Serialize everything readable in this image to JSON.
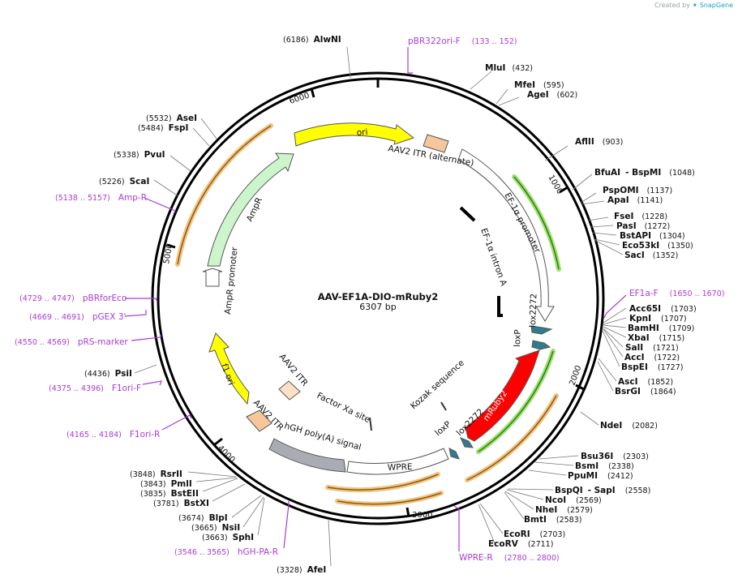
{
  "app": {
    "watermark_prefix": "Created by",
    "watermark_brand": "SnapGene"
  },
  "plasmid": {
    "name": "AAV-EF1A-DIO-mRuby2",
    "length_text": "6307 bp",
    "length": 6307
  },
  "ticks": [
    "1000",
    "2000",
    "3000",
    "4000",
    "5000",
    "6000"
  ],
  "features_inner": [
    {
      "name": "ori",
      "color": "#ffff00",
      "label": "ori"
    },
    {
      "name": "AAV2 ITR (alternate)",
      "color": "#f5c79b",
      "label": "AAV2 ITR (alternate)"
    },
    {
      "name": "EF-1α promoter",
      "color": "#ffffff",
      "label": "EF-1α promoter"
    },
    {
      "name": "EF-1α intron A",
      "color": "#000000",
      "label": "EF-1α intron A"
    },
    {
      "name": "lox2272",
      "color": "#2f7d8c",
      "label": "lox2272"
    },
    {
      "name": "loxP",
      "color": "#2f7d8c",
      "label": "loxP"
    },
    {
      "name": "mRuby2",
      "color": "#ff0000",
      "label": "mRuby2"
    },
    {
      "name": "Kozak sequence",
      "color": "#333333",
      "label": "Kozak sequence"
    },
    {
      "name": "lox2272 (2)",
      "color": "#2f7d8c",
      "label": "lox2272"
    },
    {
      "name": "loxP (2)",
      "color": "#2f7d8c",
      "label": "loxP"
    },
    {
      "name": "WPRE",
      "color": "#ffffff",
      "label": "WPRE"
    },
    {
      "name": "hGH poly(A) signal",
      "color": "#a9adb3",
      "label": "hGH poly(A) signal"
    },
    {
      "name": "Factor Xa site",
      "color": "#333333",
      "label": "Factor Xa site"
    },
    {
      "name": "AAV2 ITR",
      "color": "#f5c79b",
      "label": "AAV2 ITR"
    },
    {
      "name": "AAV2 ITR (2)",
      "color": "#fde0c5",
      "label": "AAV2 ITR"
    },
    {
      "name": "f1 ori",
      "color": "#ffff00",
      "label": "f1 ori"
    },
    {
      "name": "AmpR promoter",
      "color": "#ffffff",
      "label": "AmpR promoter"
    },
    {
      "name": "AmpR",
      "color": "#ccf5cc",
      "label": "AmpR"
    }
  ],
  "sites": [
    {
      "name": "AlwNI",
      "pos": "(6186)"
    },
    {
      "name": "MluI",
      "pos": "(432)"
    },
    {
      "name": "MfeI",
      "pos": "(595)"
    },
    {
      "name": "AgeI",
      "pos": "(602)"
    },
    {
      "name": "AflII",
      "pos": "(903)"
    },
    {
      "name": "BfuAI",
      "suffix": "- BspMI",
      "pos": "(1048)"
    },
    {
      "name": "PspOMI",
      "pos": "(1137)"
    },
    {
      "name": "ApaI",
      "pos": "(1141)"
    },
    {
      "name": "FseI",
      "pos": "(1228)"
    },
    {
      "name": "PasI",
      "pos": "(1272)"
    },
    {
      "name": "BstAPI",
      "pos": "(1304)"
    },
    {
      "name": "Eco53kI",
      "pos": "(1350)"
    },
    {
      "name": "SacI",
      "pos": "(1352)"
    },
    {
      "name": "Acc65I",
      "pos": "(1703)"
    },
    {
      "name": "KpnI",
      "pos": "(1707)"
    },
    {
      "name": "BamHI",
      "pos": "(1709)"
    },
    {
      "name": "XbaI",
      "pos": "(1715)"
    },
    {
      "name": "SalI",
      "pos": "(1721)"
    },
    {
      "name": "AccI",
      "pos": "(1722)"
    },
    {
      "name": "BspEI",
      "pos": "(1727)"
    },
    {
      "name": "AscI",
      "pos": "(1852)"
    },
    {
      "name": "BsrGI",
      "pos": "(1864)"
    },
    {
      "name": "NdeI",
      "pos": "(2082)"
    },
    {
      "name": "Bsu36I",
      "pos": "(2303)"
    },
    {
      "name": "BsmI",
      "pos": "(2338)"
    },
    {
      "name": "PpuMI",
      "pos": "(2412)"
    },
    {
      "name": "BspQI",
      "suffix": "- SapI",
      "pos": "(2558)"
    },
    {
      "name": "NcoI",
      "pos": "(2569)"
    },
    {
      "name": "NheI",
      "pos": "(2579)"
    },
    {
      "name": "BmtI",
      "pos": "(2583)"
    },
    {
      "name": "EcoRI",
      "pos": "(2703)"
    },
    {
      "name": "EcoRV",
      "pos": "(2711)"
    },
    {
      "name": "AfeI",
      "pos": "(3328)"
    },
    {
      "name": "SphI",
      "pos": "(3663)"
    },
    {
      "name": "NsiI",
      "pos": "(3665)"
    },
    {
      "name": "BlpI",
      "pos": "(3674)"
    },
    {
      "name": "BstXI",
      "pos": "(3781)"
    },
    {
      "name": "BstEII",
      "pos": "(3835)"
    },
    {
      "name": "PmlI",
      "pos": "(3843)"
    },
    {
      "name": "RsrII",
      "pos": "(3848)"
    },
    {
      "name": "PsiI",
      "pos": "(4436)"
    },
    {
      "name": "ScaI",
      "pos": "(5226)"
    },
    {
      "name": "PvuI",
      "pos": "(5338)"
    },
    {
      "name": "FspI",
      "pos": "(5484)"
    },
    {
      "name": "AseI",
      "pos": "(5532)"
    }
  ],
  "primers": [
    {
      "name": "pBR322ori-F",
      "range": "(133 .. 152)"
    },
    {
      "name": "EF1a-F",
      "range": "(1650 .. 1670)"
    },
    {
      "name": "WPRE-R",
      "range": "(2780 .. 2800)"
    },
    {
      "name": "hGH-PA-R",
      "range": "(3546 .. 3565)"
    },
    {
      "name": "F1ori-R",
      "range": "(4165 .. 4184)"
    },
    {
      "name": "F1ori-F",
      "range": "(4375 .. 4396)"
    },
    {
      "name": "pRS-marker",
      "range": "(4550 .. 4569)"
    },
    {
      "name": "pGEX 3'",
      "range": "(4669 .. 4691)"
    },
    {
      "name": "pBRforEco",
      "range": "(4729 .. 4747)"
    },
    {
      "name": "Amp-R",
      "range": "(5138 .. 5157)"
    }
  ],
  "colors": {
    "backbone": "#000000",
    "primer": "#a93bd6",
    "orf_glow": "#f3b25a",
    "promoter_glow": "#7ed04a"
  }
}
